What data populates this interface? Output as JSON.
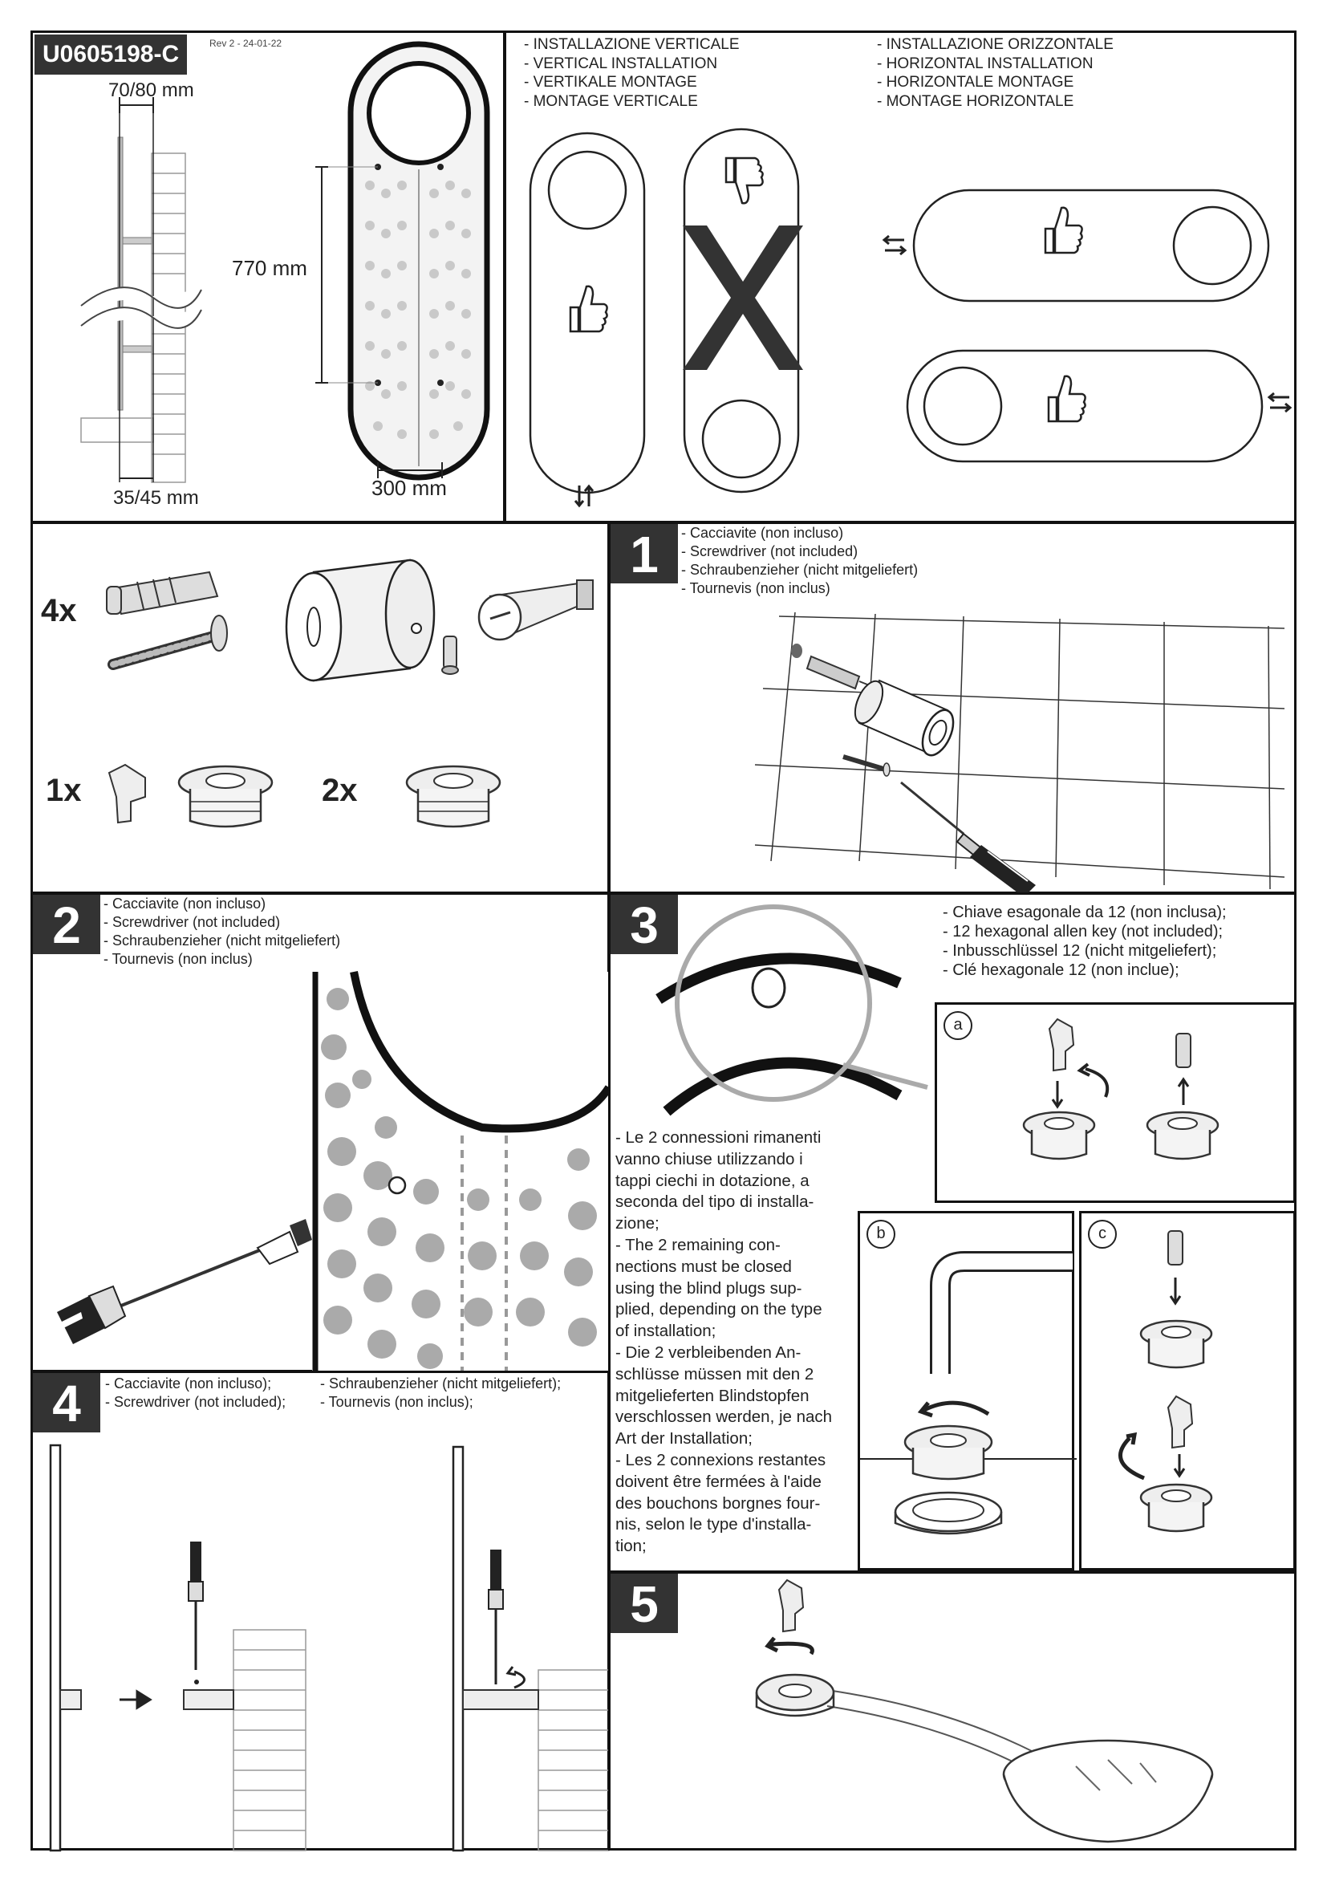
{
  "header": {
    "code": "U0605198-C",
    "revision": "Rev 2 - 24-01-22"
  },
  "dimensions": {
    "depth_top": "70/80 mm",
    "height": "770 mm",
    "depth_bottom": "35/45 mm",
    "width": "300 mm"
  },
  "orientation": {
    "vertical": [
      "- INSTALLAZIONE VERTICALE",
      "- VERTICAL INSTALLATION",
      "- VERTIKALE MONTAGE",
      "- MONTAGE VERTICALE"
    ],
    "horizontal": [
      "- INSTALLAZIONE ORIZZONTALE",
      "- HORIZONTAL INSTALLATION",
      "- HORIZONTALE MONTAGE",
      "- MONTAGE HORIZONTALE"
    ]
  },
  "parts": {
    "qty_4": "4x",
    "qty_1": "1x",
    "qty_2": "2x"
  },
  "step1": {
    "number": "1",
    "lines": [
      "- Cacciavite (non incluso)",
      "- Screwdriver (not included)",
      "- Schraubenzieher (nicht mitgeliefert)",
      "- Tournevis (non inclus)"
    ]
  },
  "step2": {
    "number": "2",
    "lines": [
      "- Cacciavite (non incluso)",
      "- Screwdriver (not included)",
      "- Schraubenzieher (nicht mitgeliefert)",
      "- Tournevis (non inclus)"
    ]
  },
  "step3": {
    "number": "3",
    "lines": [
      "- Chiave esagonale da 12 (non inclusa);",
      "- 12 hexagonal allen key (not included);",
      "- Inbusschlüssel 12 (nicht mitgeliefert);",
      "- Clé hexagonale 12 (non inclue);"
    ],
    "sub_a": "a",
    "sub_b": "b",
    "sub_c": "c",
    "paragraph": [
      "- Le 2 connessioni rimanenti",
      "vanno chiuse utilizzando i",
      "tappi ciechi in dotazione, a",
      "seconda del tipo di installa-",
      "zione;",
      "- The 2 remaining con-",
      "nections must be closed",
      "using the blind plugs sup-",
      "plied, depending on the type",
      "of installation;",
      "- Die 2 verbleibenden An-",
      "schlüsse müssen mit den 2",
      "mitgelieferten Blindstopfen",
      "verschlossen werden, je nach",
      "Art der Installation;",
      "- Les 2 connexions restantes",
      "doivent être fermées à l'aide",
      "des bouchons borgnes four-",
      "nis, selon le type d'installa-",
      "tion;"
    ]
  },
  "step4": {
    "number": "4",
    "col1": [
      "- Cacciavite (non incluso);",
      "- Screwdriver (not included);"
    ],
    "col2": [
      "- Schraubenzieher (nicht mitgeliefert);",
      "- Tournevis (non inclus);"
    ]
  },
  "step5": {
    "number": "5"
  },
  "icons": [
    "thumbs-up-icon",
    "thumbs-down-icon",
    "cross-icon",
    "up-down-arrows-icon",
    "left-right-arrows-icon",
    "rotate-arrow-icon"
  ]
}
